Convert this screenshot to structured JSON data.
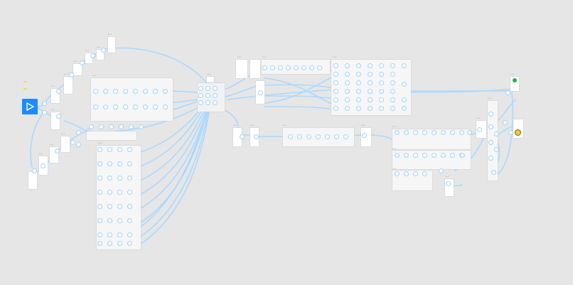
{
  "canvas": {
    "background": "#e6e6e6",
    "wire_color": "#aad9ff",
    "hotspot_color": "#9fd4ff",
    "accent": "#1a8cff"
  },
  "start_button": {
    "icon": "play-icon"
  },
  "frames": [
    {
      "id": "f-a1",
      "label": "• • •"
    },
    {
      "id": "f-a2",
      "label": "• • •"
    },
    {
      "id": "f-a3",
      "label": "• • •"
    },
    {
      "id": "f-a4",
      "label": "• • •"
    },
    {
      "id": "f-a5",
      "label": "• • •"
    },
    {
      "id": "f-a6",
      "label": "• • •"
    },
    {
      "id": "f-a7",
      "label": "• • •"
    },
    {
      "id": "f-a8",
      "label": "• • •"
    },
    {
      "id": "f-a9",
      "label": "• • •"
    },
    {
      "id": "f-a10",
      "label": "• • •"
    },
    {
      "id": "f-b1",
      "label": "• • •"
    },
    {
      "id": "f-b2",
      "label": "• • •"
    },
    {
      "id": "f-b3",
      "label": "• • •"
    },
    {
      "id": "f-c1",
      "label": "• • •"
    },
    {
      "id": "f-c2",
      "label": "• • •"
    },
    {
      "id": "f-c3",
      "label": "• • •"
    },
    {
      "id": "f-d1",
      "label": "• • •"
    },
    {
      "id": "f-d2",
      "label": "• • •"
    },
    {
      "id": "f-d3",
      "label": "• • •"
    },
    {
      "id": "f-e1",
      "label": "• • •"
    },
    {
      "id": "f-e2",
      "label": "• • •"
    },
    {
      "id": "f-f1",
      "label": "• • •"
    },
    {
      "id": "f-f2",
      "label": "• • •"
    },
    {
      "id": "f-g1",
      "label": "• • •"
    },
    {
      "id": "f-g2",
      "label": "• • •"
    },
    {
      "id": "f-h1",
      "label": "• • •"
    },
    {
      "id": "f-h2",
      "label": "• • •"
    },
    {
      "id": "f-h3",
      "label": "• • •"
    }
  ]
}
